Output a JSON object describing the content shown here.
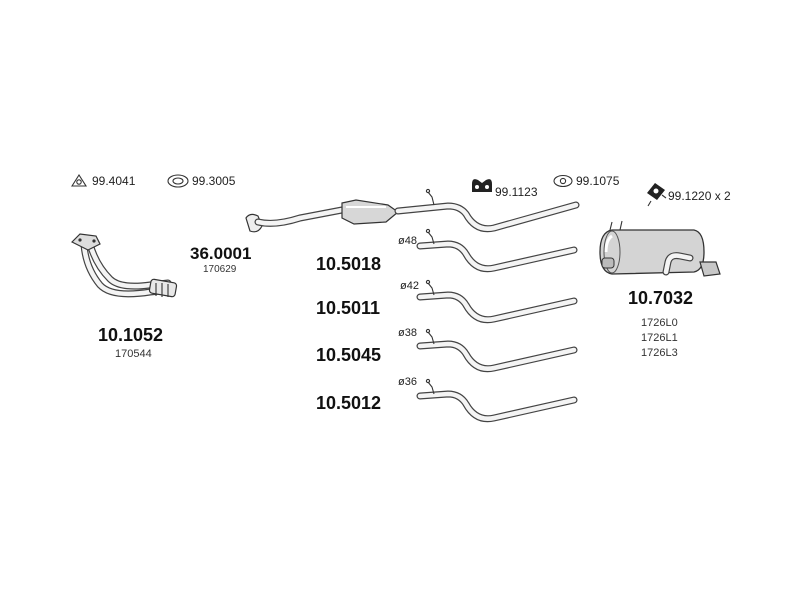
{
  "gaskets": [
    {
      "code": "99.4041",
      "icon": "triangle-gasket-icon"
    },
    {
      "code": "99.3005",
      "icon": "oval-gasket-icon"
    },
    {
      "code": "99.1123",
      "icon": "rubber-hanger-icon"
    },
    {
      "code": "99.1075",
      "icon": "ring-gasket-icon"
    },
    {
      "code": "99.1220 x 2",
      "icon": "clamp-icon"
    }
  ],
  "parts": {
    "front_pipe": {
      "code": "10.1052",
      "ref": "170544"
    },
    "catalyst": {
      "code": "36.0001",
      "ref": "170629"
    },
    "rear_muffler": {
      "code": "10.7032",
      "refs": [
        "1726L0",
        "1726L1",
        "1726L3"
      ]
    }
  },
  "middle_pipes": [
    {
      "code": "10.5018",
      "diameter": "ø48"
    },
    {
      "code": "10.5011",
      "diameter": "ø42"
    },
    {
      "code": "10.5045",
      "diameter": "ø38"
    },
    {
      "code": "10.5012",
      "diameter": "ø36"
    }
  ]
}
